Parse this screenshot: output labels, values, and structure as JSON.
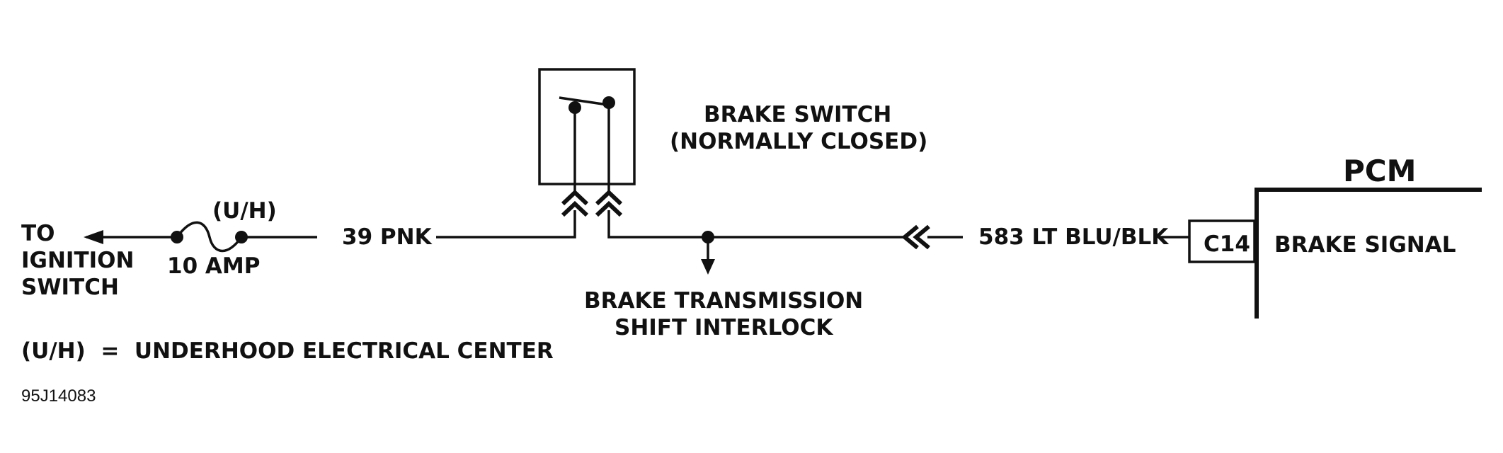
{
  "labels": {
    "to_ignition": [
      "TO",
      "IGNITION",
      "SWITCH"
    ],
    "fuse_location": "(U/H)",
    "fuse_rating": "10 AMP",
    "wire_39": "39 PNK",
    "brake_switch": [
      "BRAKE SWITCH",
      "(NORMALLY CLOSED)"
    ],
    "interlock": [
      "BRAKE  TRANSMISSION",
      "SHIFT INTERLOCK"
    ],
    "wire_583": "583 LT BLU/BLK",
    "connector": "C14",
    "pcm_signal": "BRAKE SIGNAL",
    "pcm": "PCM",
    "legend": "(U/H)  =  UNDERHOOD ELECTRICAL CENTER",
    "figure_code": "95J14083"
  },
  "colors": {
    "ink": "#111111",
    "background": "#ffffff"
  }
}
